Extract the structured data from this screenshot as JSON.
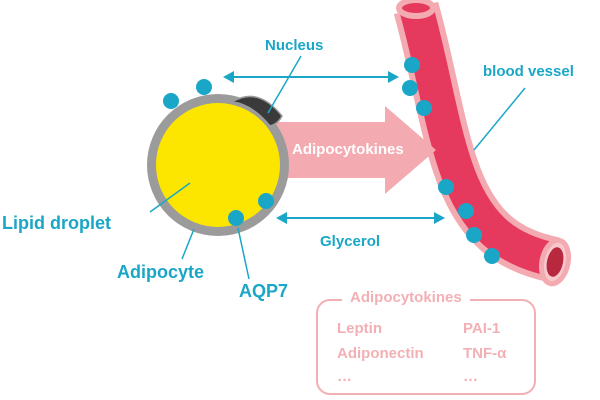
{
  "labels": {
    "nucleus": "Nucleus",
    "blood_vessel": "blood vessel",
    "arrow": "Adipocytokines",
    "lipid_droplet": "Lipid droplet",
    "adipocyte": "Adipocyte",
    "aqp7": "AQP7",
    "glycerol": "Glycerol"
  },
  "adipocytokine_box": {
    "title": "Adipocytokines",
    "items": [
      [
        "Leptin",
        "PAI-1"
      ],
      [
        "Adiponectin",
        "TNF-α"
      ],
      [
        "…",
        "…"
      ]
    ]
  },
  "colors": {
    "accent_blue": "#1aa7c7",
    "lipid_yellow": "#fce600",
    "cell_border": "#9b9b9b",
    "nucleus_dark": "#3a3a3a",
    "vessel_red": "#e6395e",
    "vessel_outline": "#f4aab1",
    "arrow_pink": "#f4aab1"
  }
}
